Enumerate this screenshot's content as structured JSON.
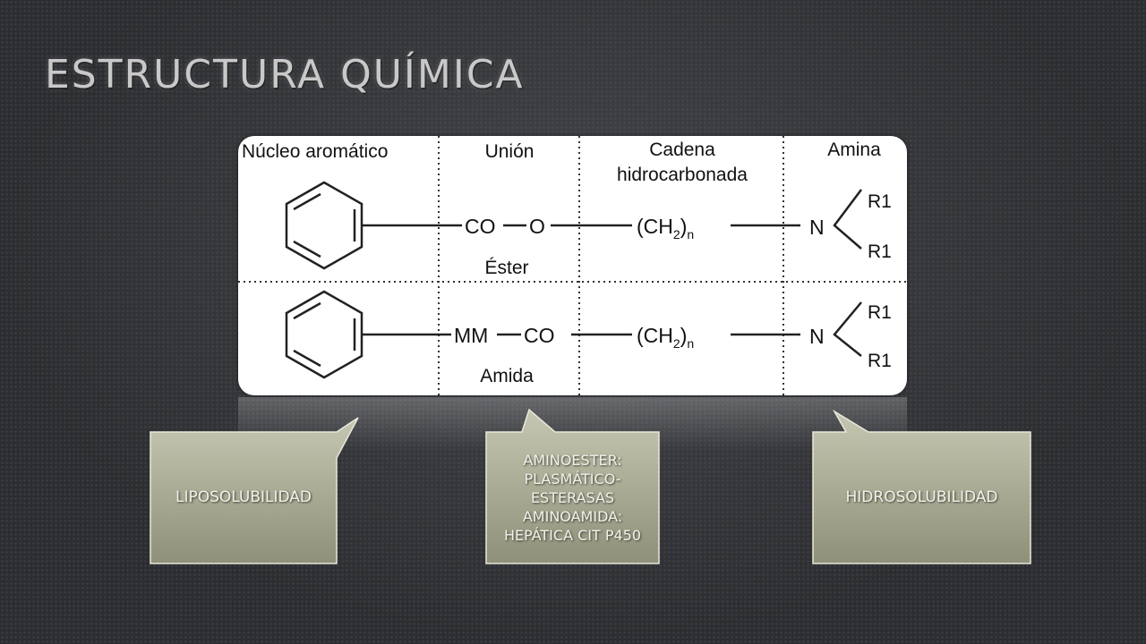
{
  "slide": {
    "title": "ESTRUCTURA QUÍMICA"
  },
  "figure": {
    "headers": [
      "Núcleo aromático",
      "Unión",
      "Cadena",
      "hidrocarbonada",
      "Amina"
    ],
    "row1": {
      "link_a": "CO",
      "link_b": "O",
      "chain": "(CH",
      "chain_sub": "2",
      "chain_end": ")",
      "chain_n": "n",
      "nitrogen": "N",
      "r_top": "R1",
      "r_bottom": "R1",
      "label": "Éster"
    },
    "row2": {
      "link_a": "MM",
      "link_b": "CO",
      "chain": "(CH",
      "chain_sub": "2",
      "chain_end": ")",
      "chain_n": "n",
      "nitrogen": "N",
      "r_top": "R1",
      "r_bottom": "R1",
      "label": "Amida"
    }
  },
  "callouts": {
    "left": "LIPOSOLUBILIDAD",
    "middle_line1": "AMINOESTER: PLASMÁTICO-ESTERASAS",
    "middle_line2": "AMINOAMIDA: HEPÁTICA CIT P450",
    "right": "HIDROSOLUBILIDAD"
  },
  "colors": {
    "callout_fill_top": "#c6c7b2",
    "callout_fill_bottom": "#8f9079",
    "title": "#c9c9c9"
  }
}
